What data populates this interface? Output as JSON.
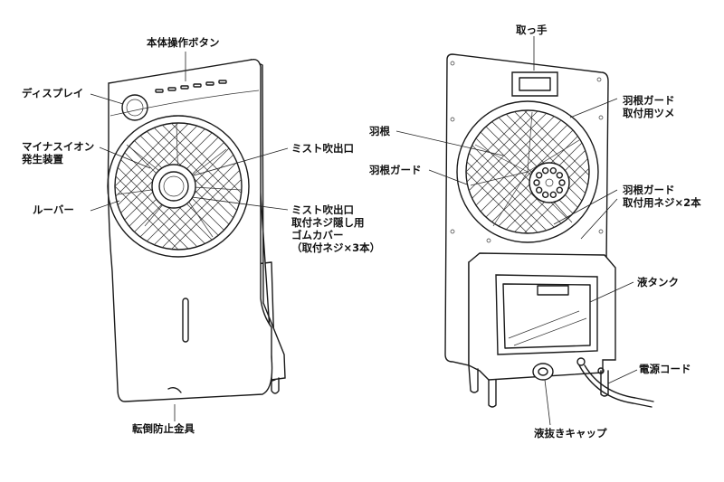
{
  "labels": {
    "control_buttons": "本体操作ボタン",
    "display": "ディスプレイ",
    "ion_line1": "マイナスイオン",
    "ion_line2": "発生装置",
    "mist_outlet": "ミスト吹出口",
    "mist_cover_line1": "ミスト吹出口",
    "mist_cover_line2": "取付ネジ隠し用",
    "mist_cover_line3": "ゴムカバー",
    "mist_cover_line4": "（取付ネジ×3本）",
    "louver": "ルーバー",
    "anti_tip": "転倒防止金具",
    "handle": "取っ手",
    "guard_tab_line1": "羽根ガード",
    "guard_tab_line2": "取付用ツメ",
    "blade": "羽根",
    "blade_guard": "羽根ガード",
    "guard_screw_line1": "羽根ガード",
    "guard_screw_line2": "取付用ネジ×2本",
    "tank": "液タンク",
    "power_cord": "電源コード",
    "drain_cap": "液抜きキャップ"
  }
}
